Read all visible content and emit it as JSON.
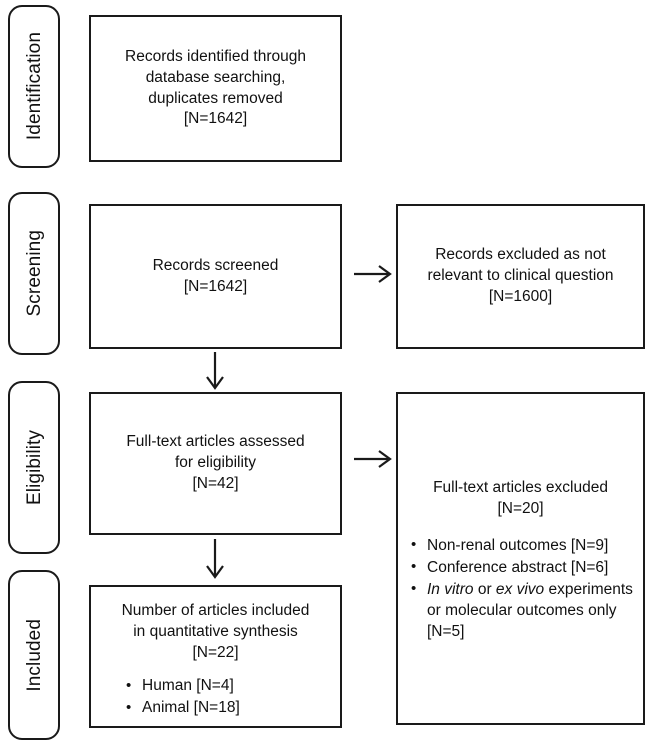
{
  "figure": {
    "type": "prisma-flow-diagram",
    "stages": [
      {
        "label": "Identification"
      },
      {
        "label": "Screening"
      },
      {
        "label": "Eligibility"
      },
      {
        "label": "Included"
      }
    ],
    "boxes": {
      "identification": {
        "title": "Records identified through\ndatabase searching,\nduplicates removed\n[N=1642]"
      },
      "records_screened": {
        "title": "Records screened\n[N=1642]"
      },
      "records_excluded": {
        "title": "Records excluded as not\nrelevant to clinical question\n[N=1600]"
      },
      "fulltext_assessed": {
        "title": "Full-text articles assessed\nfor eligibility\n[N=42]"
      },
      "fulltext_excluded": {
        "title": "Full-text articles excluded\n[N=20]",
        "bullets": [
          {
            "text": "Non-renal outcomes [N=9]"
          },
          {
            "text": "Conference abstract [N=6]"
          },
          {
            "text_parts": [
              {
                "value": "In vitro",
                "italic": true
              },
              {
                "value": " or ",
                "italic": false
              },
              {
                "value": "ex vivo",
                "italic": true
              },
              {
                "value": " experiments or molecular outcomes only [N=5]",
                "italic": false
              }
            ]
          }
        ]
      },
      "included": {
        "title": "Number of articles included\nin quantitative synthesis\n[N=22]",
        "bullets": [
          {
            "text": "Human [N=4]"
          },
          {
            "text": "Animal [N=18]"
          }
        ]
      }
    },
    "arrows": {
      "screened_to_excluded": "arrow-right",
      "screened_to_fulltext": "arrow-down",
      "fulltext_to_excluded": "arrow-right",
      "fulltext_to_included": "arrow-down"
    },
    "colors": {
      "stroke": "#1a1a1a",
      "text": "#111111",
      "background": "#ffffff"
    }
  }
}
